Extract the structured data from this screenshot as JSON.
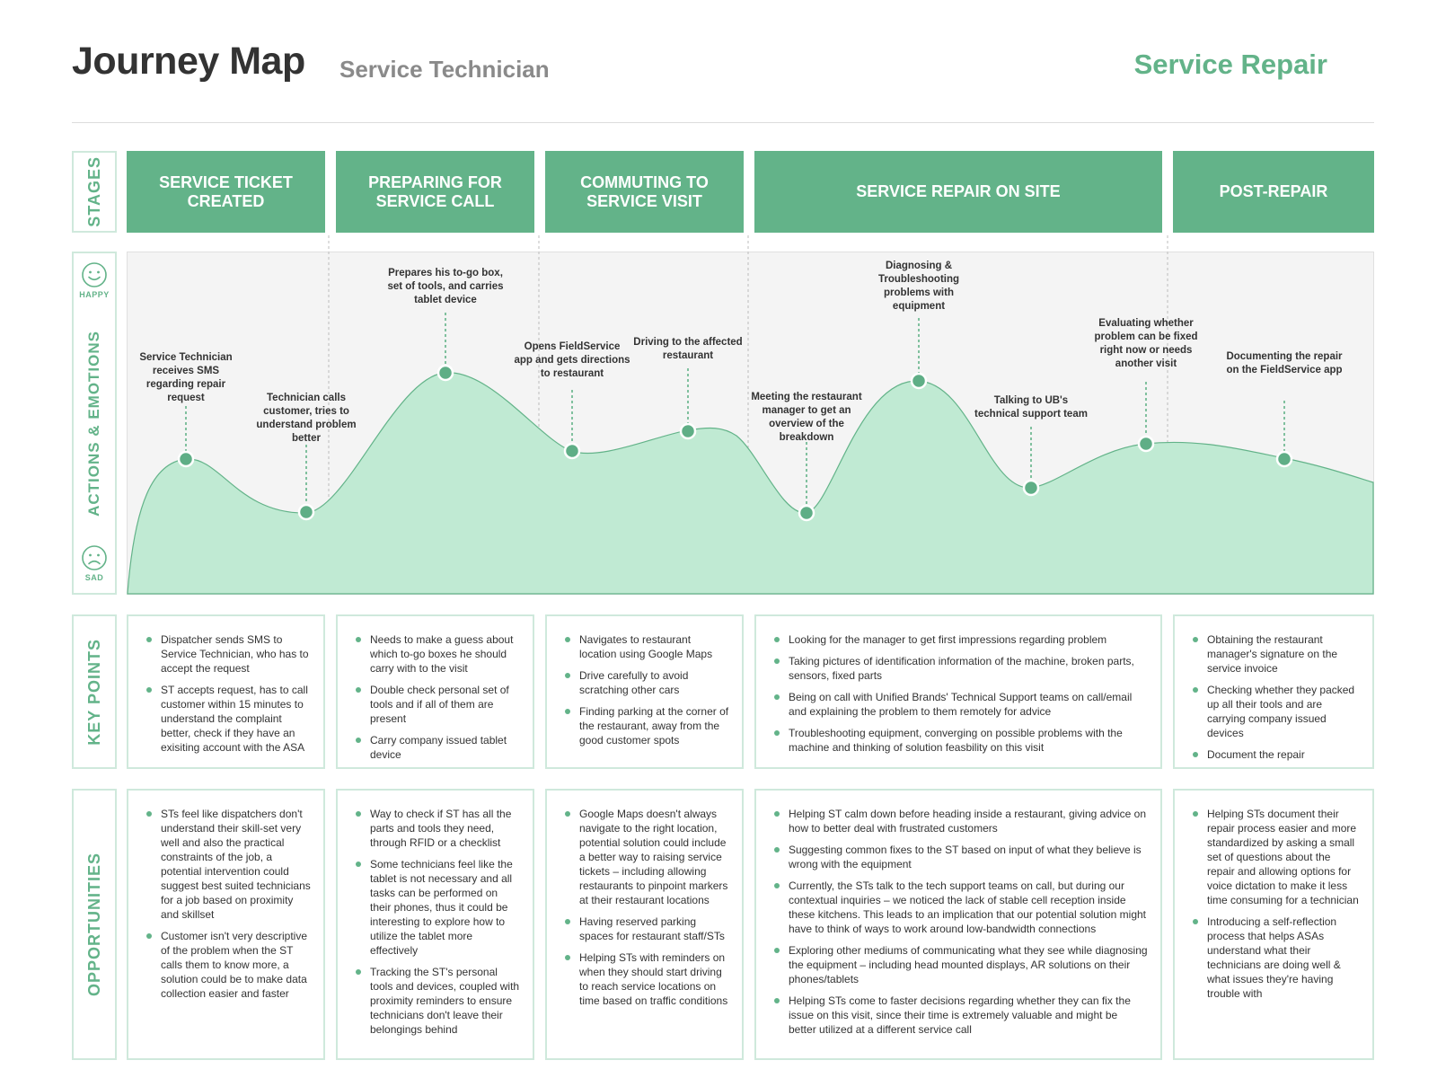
{
  "header": {
    "title": "Journey Map",
    "subtitle": "Service Technician",
    "project": "Service Repair"
  },
  "labels": {
    "stages": "STAGES",
    "actions": "ACTIONS & EMOTIONS",
    "key_points": "KEY POINTS",
    "opportunities": "OPPORTUNITIES",
    "happy": "HAPPY",
    "sad": "SAD"
  },
  "colors": {
    "accent": "#63b389",
    "curve_fill": "#c0ead3",
    "border": "#cfe9dc"
  },
  "stages": [
    "SERVICE TICKET CREATED",
    "PREPARING FOR SERVICE CALL",
    "COMMUTING TO SERVICE VISIT",
    "SERVICE REPAIR ON SITE",
    "POST-REPAIR"
  ],
  "actions": [
    "Service Technician receives SMS regarding repair request",
    "Technician calls customer, tries to understand problem better",
    "Prepares his to-go box, set of tools, and carries tablet device",
    "Opens FieldService app and gets directions to restaurant",
    "Driving to the affected restaurant",
    "Meeting the restaurant manager to get an overview of the breakdown",
    "Diagnosing & Troubleshooting problems with equipment",
    "Talking to UB's technical support team",
    "Evaluating whether problem can be fixed right now or needs another visit",
    "Documenting the repair on the FieldService app"
  ],
  "key_points": [
    [
      "Dispatcher sends SMS to Service Technician, who has to accept the request",
      "ST accepts request, has to call customer within 15 minutes to understand the complaint better, check if they have an exisiting account with the ASA"
    ],
    [
      "Needs to make a guess about which to-go boxes he should carry with to the visit",
      "Double check personal set of tools and if all of them are present",
      "Carry company issued tablet device"
    ],
    [
      "Navigates to restaurant location using Google Maps",
      "Drive carefully to avoid scratching other cars",
      "Finding parking at the corner of the restaurant, away from the good customer spots"
    ],
    [
      "Looking for the manager to get first impressions regarding problem",
      "Taking pictures of identification information of the machine, broken parts, sensors, fixed parts",
      "Being on call with Unified Brands' Technical Support teams on call/email and explaining the problem to them remotely for advice",
      "Troubleshooting equipment, converging on possible problems with the machine and thinking of solution feasbility on this visit"
    ],
    [
      "Obtaining the restaurant manager's signature on the service invoice",
      "Checking whether they packed up all their tools and are carrying company issued devices",
      "Document the repair"
    ]
  ],
  "opportunities": [
    [
      "STs feel like dispatchers don't understand their skill-set very well and also the practical constraints of the job, a potential intervention could suggest best suited technicians for a job based on proximity and skillset",
      "Customer isn't very descriptive of the problem when the ST calls them to know more, a solution could be to make data collection easier and faster"
    ],
    [
      "Way to check if ST has all the parts and tools they need, through RFID or a checklist",
      "Some technicians feel like the tablet is not necessary and all tasks can be performed on their phones, thus it could be interesting to explore how to utilize the tablet more effectively",
      "Tracking the ST's personal tools and devices, coupled with proximity reminders to ensure technicians don't leave their belongings behind"
    ],
    [
      "Google Maps doesn't always navigate to the right location, potential solution could include a better way to raising service tickets – including allowing restaurants to pinpoint markers at their restaurant locations",
      "Having reserved parking spaces for restaurant staff/STs",
      "Helping STs with reminders on when they should start driving to reach service locations on time based on traffic conditions"
    ],
    [
      "Helping ST calm down before heading inside a restaurant, giving advice on how to better deal with frustrated customers",
      "Suggesting common fixes to the ST based on input of what they believe is wrong with the equipment",
      "Currently, the STs talk to the tech support teams on call, but during our contextual inquiries – we noticed the lack of stable cell reception inside these kitchens. This leads to an implication that our potential solution might have to think of ways to work around low-bandwidth connections",
      "Exploring other mediums of communicating what they see while diagnosing the equipment – including head mounted displays, AR solutions on their phones/tablets",
      "Helping STs come to faster decisions regarding whether they can fix the issue on this visit, since their time is extremely valuable and might be better utilized at a different service call"
    ],
    [
      "Helping STs document their repair process easier and more standardized by asking a small set of questions about the repair and allowing options for voice dictation to make it less time consuming for a technician",
      "Introducing a self-reflection process that helps ASAs understand what their technicians are doing well & what issues they're having trouble with"
    ]
  ]
}
